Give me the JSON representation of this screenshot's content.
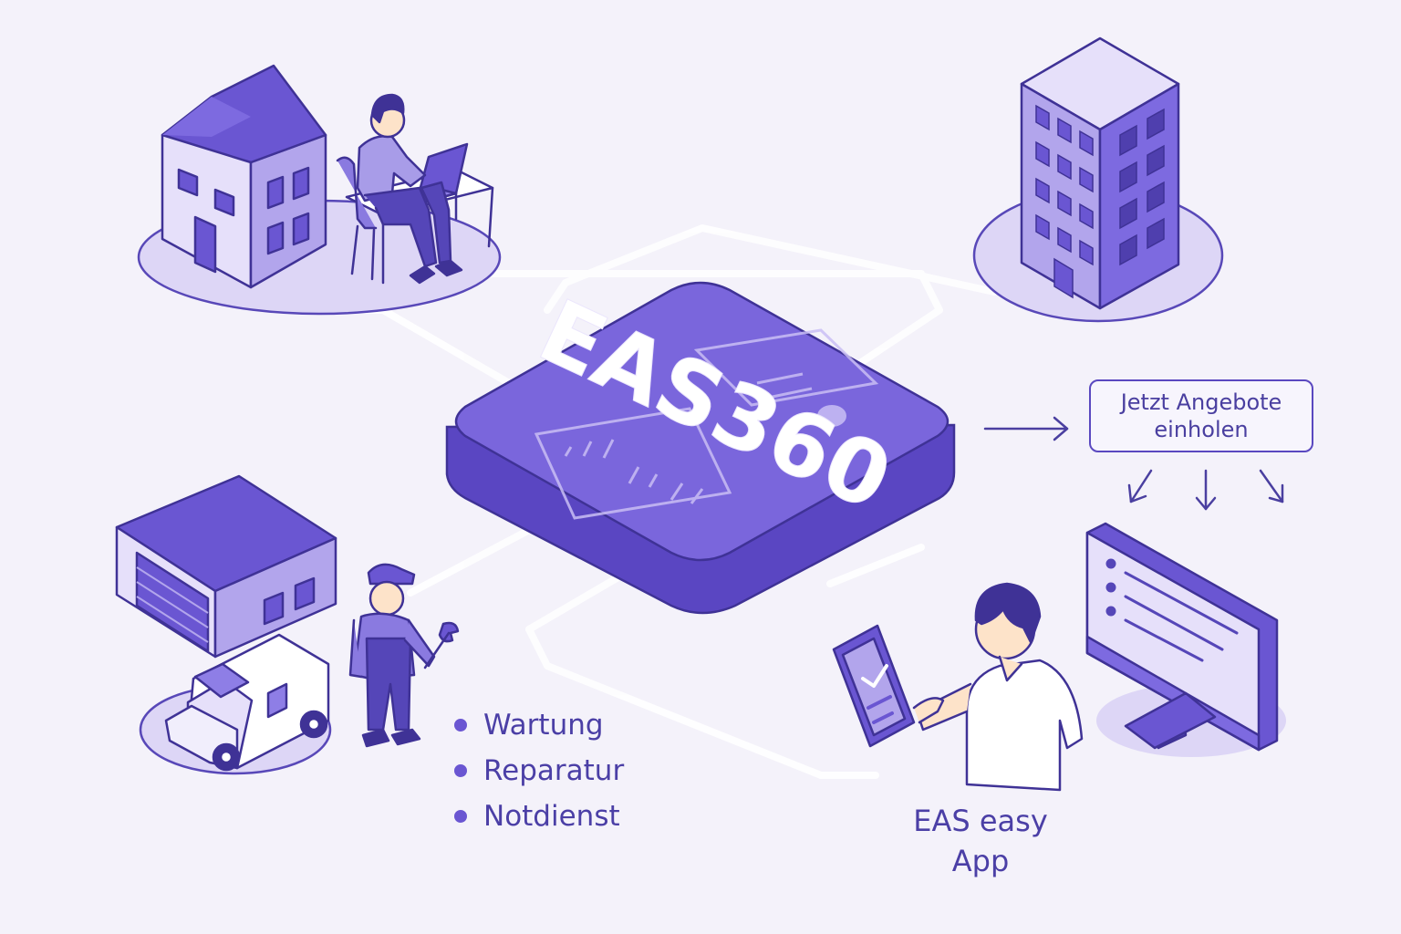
{
  "hub": {
    "title": "EAS360"
  },
  "cta": {
    "line1": "Jetzt Angebote",
    "line2": "einholen"
  },
  "services": [
    {
      "label": "Wartung"
    },
    {
      "label": "Reparatur"
    },
    {
      "label": "Notdienst"
    }
  ],
  "app": {
    "line1": "EAS easy",
    "line2": "App"
  },
  "colors": {
    "background": "#f4f2fa",
    "primary": "#6a56d2",
    "outline": "#4a3aa8",
    "light": "#c9c0ef"
  }
}
